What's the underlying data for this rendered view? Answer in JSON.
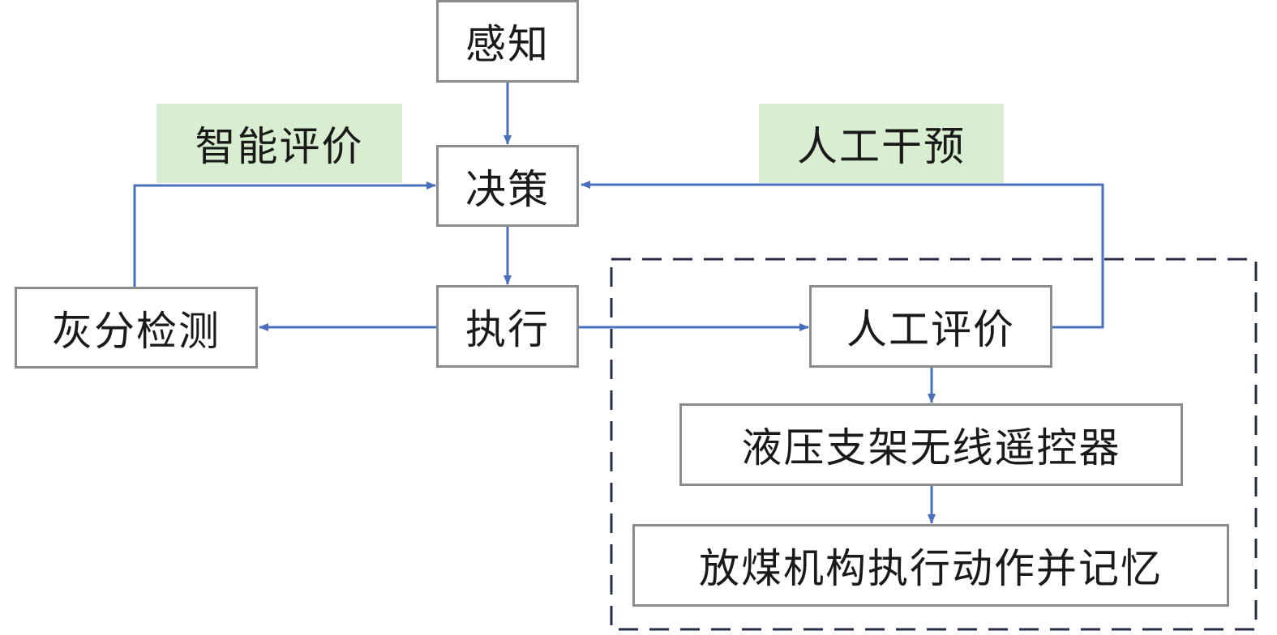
{
  "colors": {
    "arrow": "#4a6fbd",
    "box_border": "#8c8c8c",
    "label_bg": "#d9eed0",
    "dashed_border": "#262d45"
  },
  "nodes": {
    "perception": "感知",
    "decision": "决策",
    "execution": "执行",
    "ash_detection": "灰分检测",
    "manual_evaluation": "人工评价",
    "remote_controller": "液压支架无线遥控器",
    "coal_release": "放煤机构执行动作并记忆"
  },
  "labels": {
    "intelligent_evaluation": "智能评价",
    "manual_intervention": "人工干预"
  },
  "edges": [
    {
      "from": "perception",
      "to": "decision"
    },
    {
      "from": "decision",
      "to": "execution"
    },
    {
      "from": "execution",
      "to": "ash_detection"
    },
    {
      "from": "ash_detection",
      "to": "decision",
      "label": "intelligent_evaluation"
    },
    {
      "from": "execution",
      "to": "manual_evaluation"
    },
    {
      "from": "manual_evaluation",
      "to": "decision",
      "label": "manual_intervention"
    },
    {
      "from": "manual_evaluation",
      "to": "remote_controller"
    },
    {
      "from": "remote_controller",
      "to": "coal_release"
    }
  ]
}
